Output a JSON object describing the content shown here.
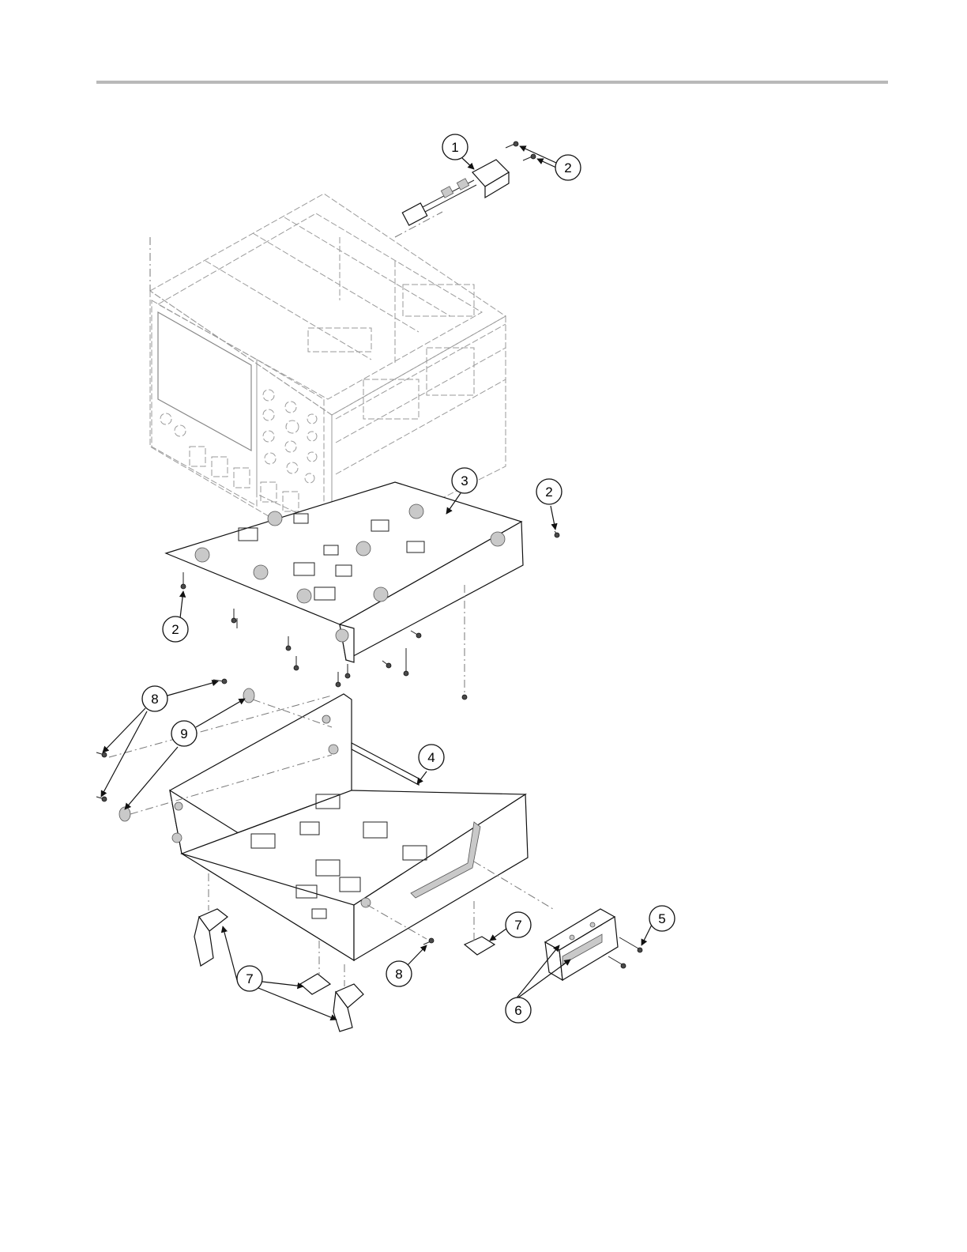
{
  "callouts": [
    {
      "id": "c1",
      "label": "1"
    },
    {
      "id": "c2a",
      "label": "2"
    },
    {
      "id": "c2b",
      "label": "2"
    },
    {
      "id": "c2c",
      "label": "2"
    },
    {
      "id": "c3",
      "label": "3"
    },
    {
      "id": "c4",
      "label": "4"
    },
    {
      "id": "c5",
      "label": "5"
    },
    {
      "id": "c6",
      "label": "6"
    },
    {
      "id": "c7a",
      "label": "7"
    },
    {
      "id": "c7b",
      "label": "7"
    },
    {
      "id": "c8a",
      "label": "8"
    },
    {
      "id": "c8b",
      "label": "8"
    },
    {
      "id": "c9",
      "label": "9"
    }
  ],
  "colors": {
    "rule": "#b9b9b9",
    "line": "#111111",
    "ghost": "#9a9a9a"
  }
}
